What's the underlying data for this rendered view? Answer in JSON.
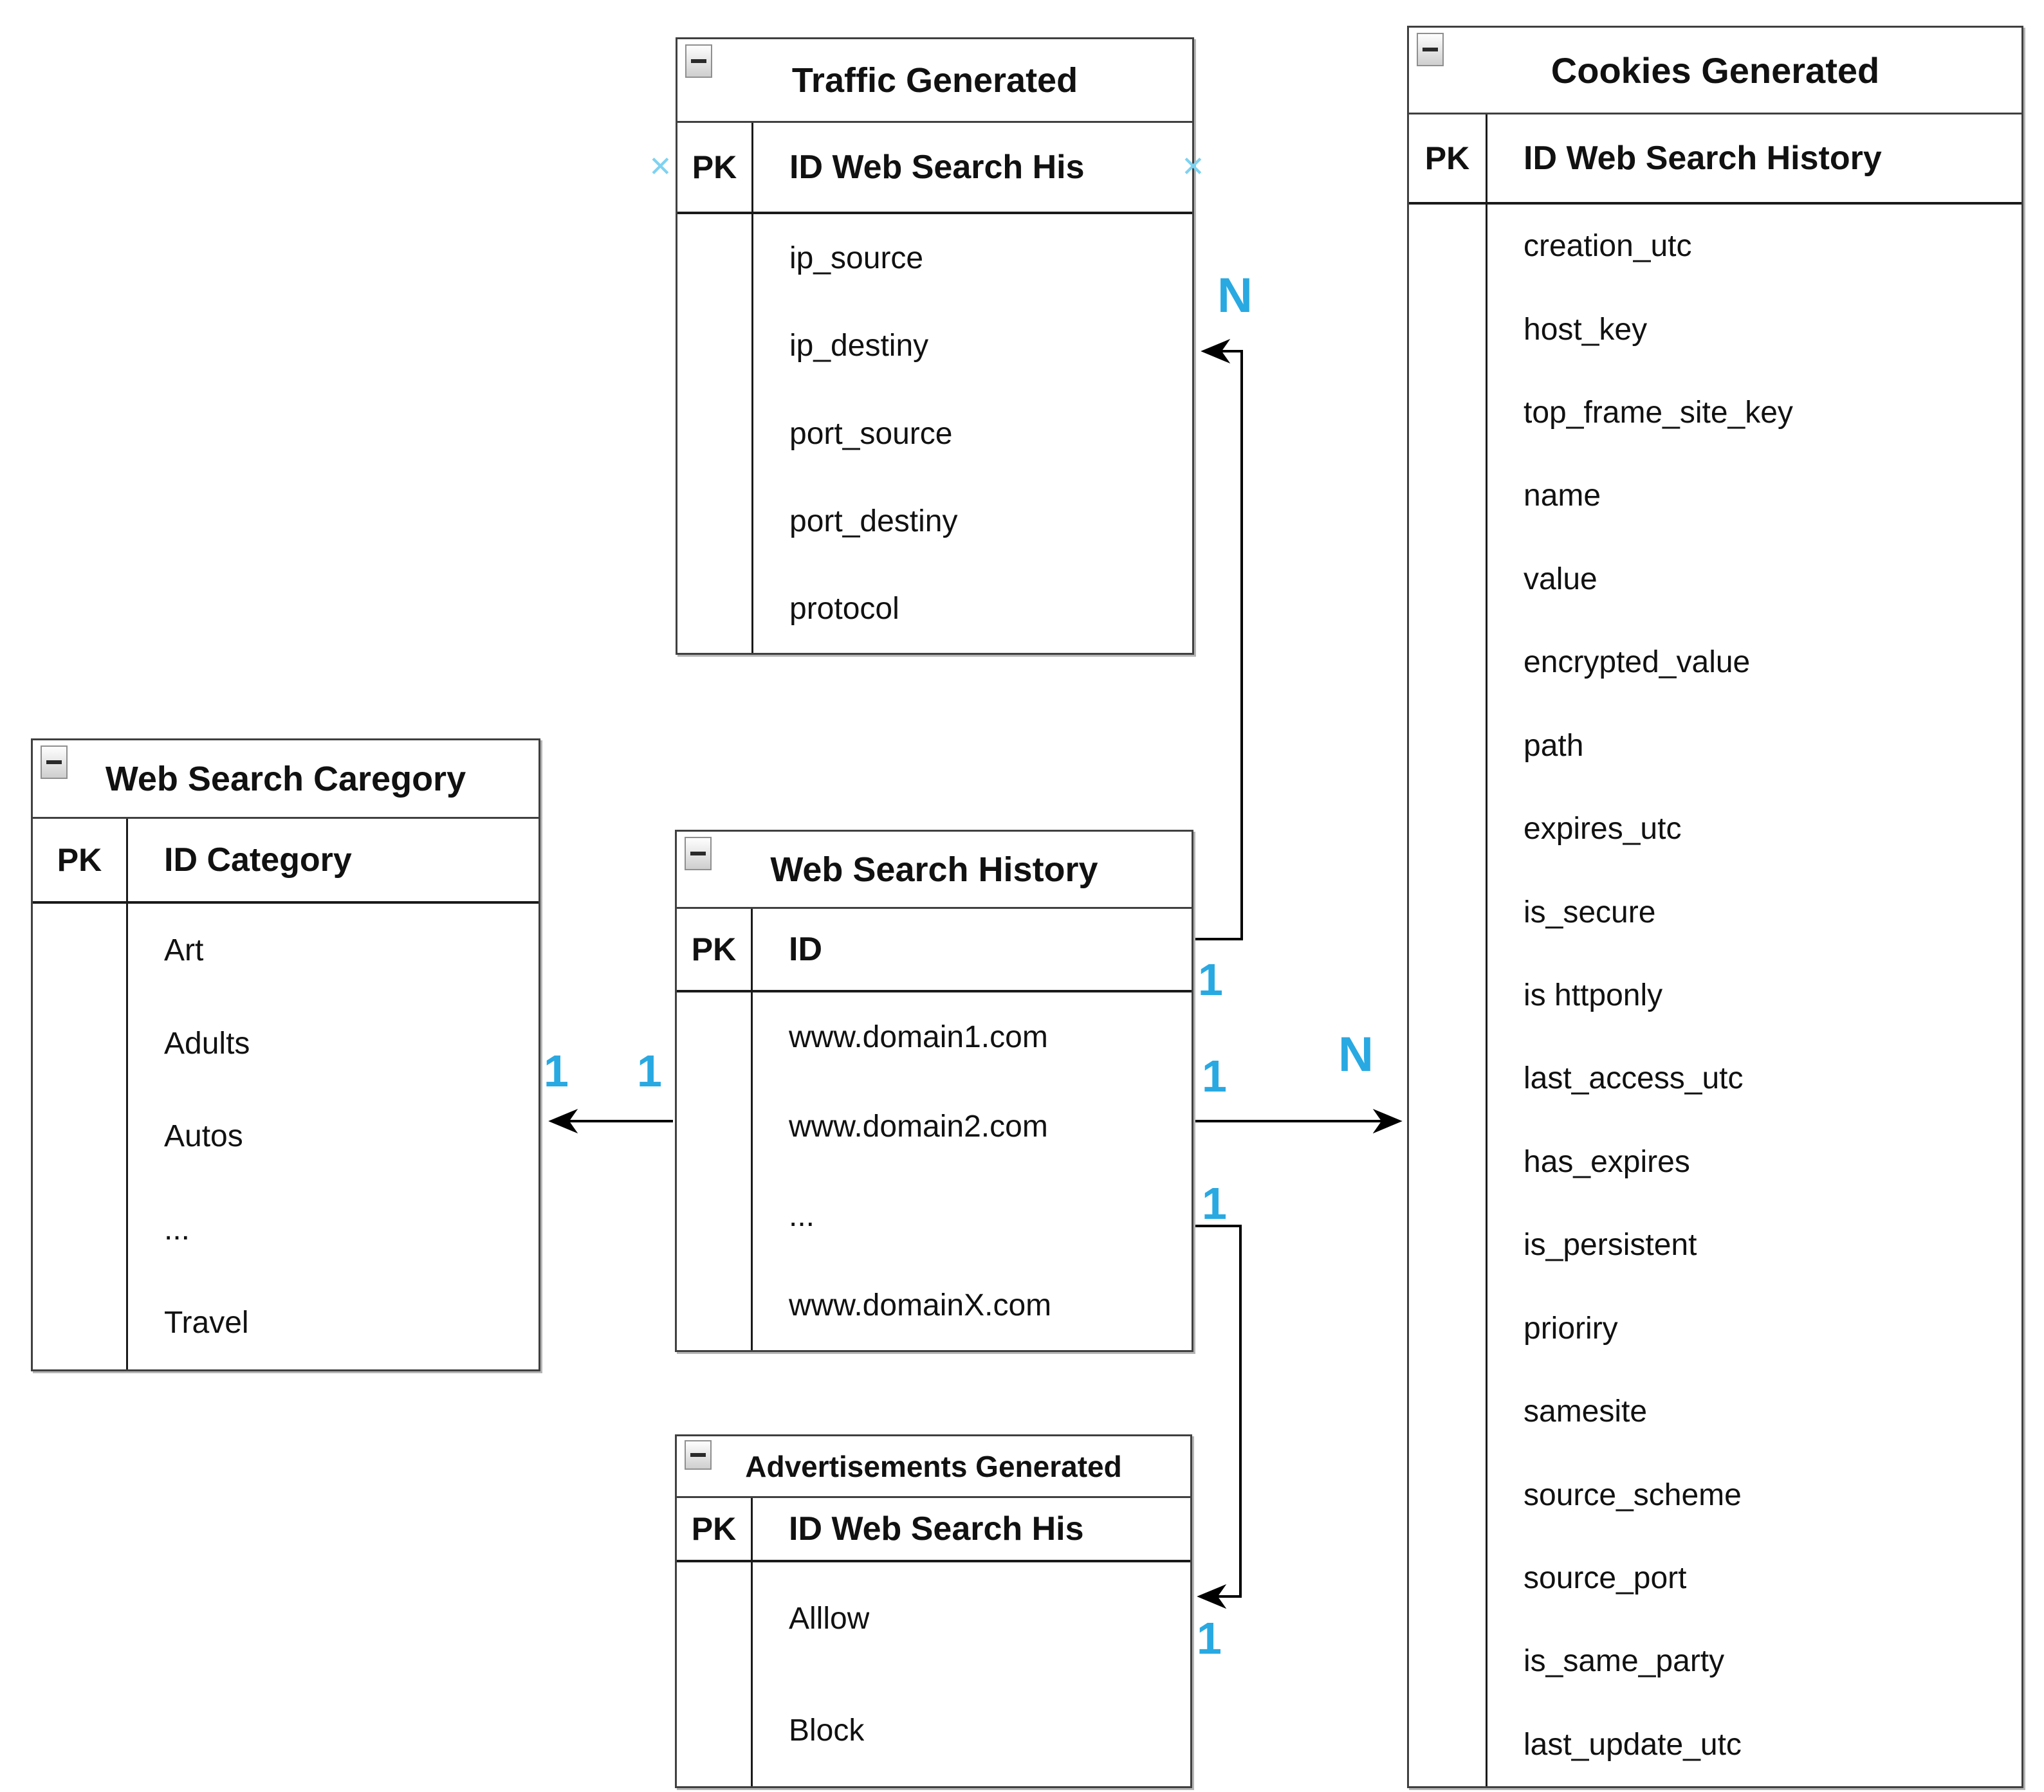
{
  "diagram": {
    "tables": {
      "traffic": {
        "title": "Traffic Generated",
        "pk_label": "PK",
        "pk_field": "ID Web Search His",
        "fields": [
          "ip_source",
          "ip_destiny",
          "port_source",
          "port_destiny",
          "protocol"
        ]
      },
      "cookies": {
        "title": "Cookies Generated",
        "pk_label": "PK",
        "pk_field": "ID Web Search History",
        "fields": [
          "creation_utc",
          "host_key",
          "top_frame_site_key",
          "name",
          "value",
          "encrypted_value",
          "path",
          "expires_utc",
          "is_secure",
          "is httponly",
          "last_access_utc",
          "has_expires",
          "is_persistent",
          "prioriry",
          "samesite",
          "source_scheme",
          "source_port",
          "is_same_party",
          "last_update_utc"
        ]
      },
      "category": {
        "title": "Web Search Caregory",
        "pk_label": "PK",
        "pk_field": "ID Category",
        "fields": [
          "Art",
          "Adults",
          "Autos",
          "...",
          "Travel"
        ]
      },
      "history": {
        "title": "Web Search History",
        "pk_label": "PK",
        "pk_field": "ID",
        "fields": [
          "www.domain1.com",
          "www.domain2.com",
          "...",
          "www.domainX.com"
        ]
      },
      "ads": {
        "title": "Advertisements Generated",
        "pk_label": "PK",
        "pk_field": "ID Web Search His",
        "fields": [
          "Alllow",
          "Block"
        ]
      }
    },
    "cardinality": {
      "traffic_n": "N",
      "traffic_one": "1",
      "cookies_n": "N",
      "cookies_one": "1",
      "category_one_left": "1",
      "category_one_right": "1",
      "ads_one_top": "1",
      "ads_one_bottom": "1"
    },
    "icons": {
      "expander": "collapse-minus",
      "connection_point_glyph": "✕"
    },
    "colors": {
      "cardinality_blue": "#29A9E2",
      "connection_point_blue": "#7ED2F0",
      "line_black": "#000000",
      "border_gray": "#404040"
    }
  }
}
